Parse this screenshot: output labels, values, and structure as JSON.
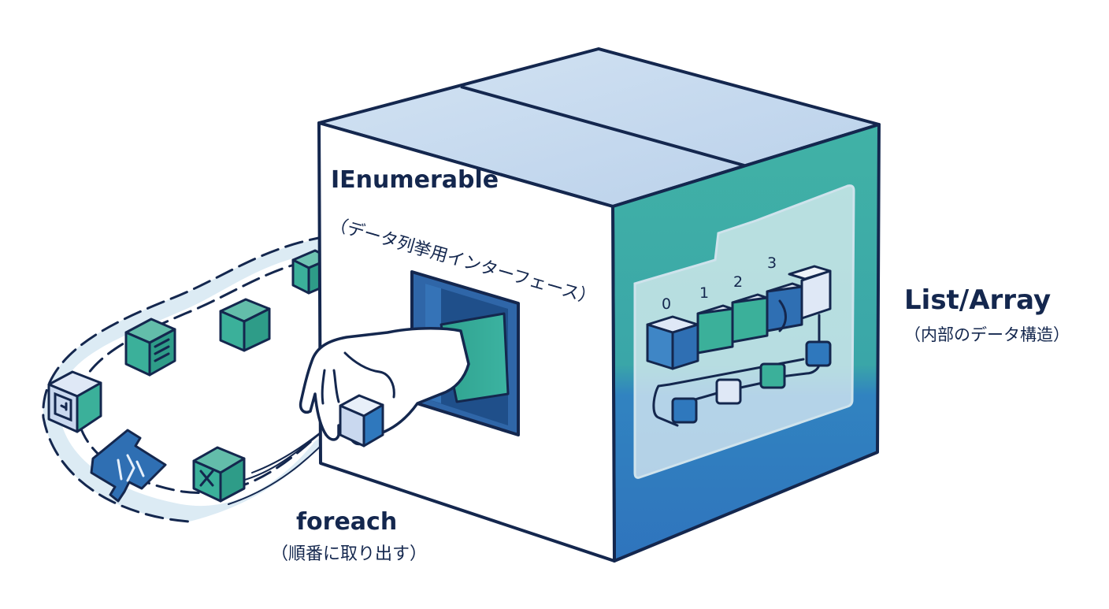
{
  "labels": {
    "interface_title": "IEnumerable",
    "interface_subtitle": "（データ列挙用インターフェース）",
    "collection_title": "List/Array",
    "collection_subtitle": "（内部のデータ構造）",
    "loop_title": "foreach",
    "loop_subtitle": "（順番に取り出す）"
  },
  "array_indices": [
    "0",
    "1",
    "2",
    "3"
  ],
  "colors": {
    "outline": "#14274e",
    "box_front": "#ffffff",
    "box_top": "#c4d8ee",
    "box_side_teal": "#3ba9a3",
    "box_side_blue": "#2f78bd",
    "cube_teal": "#3bb09a",
    "cube_blue": "#2f6fb3",
    "cube_light": "#dfe8f6",
    "stream": "#dcebf4"
  },
  "icons": [
    "refresh-icon",
    "menu-lines-icon",
    "x-icon",
    "checklist-icon"
  ]
}
